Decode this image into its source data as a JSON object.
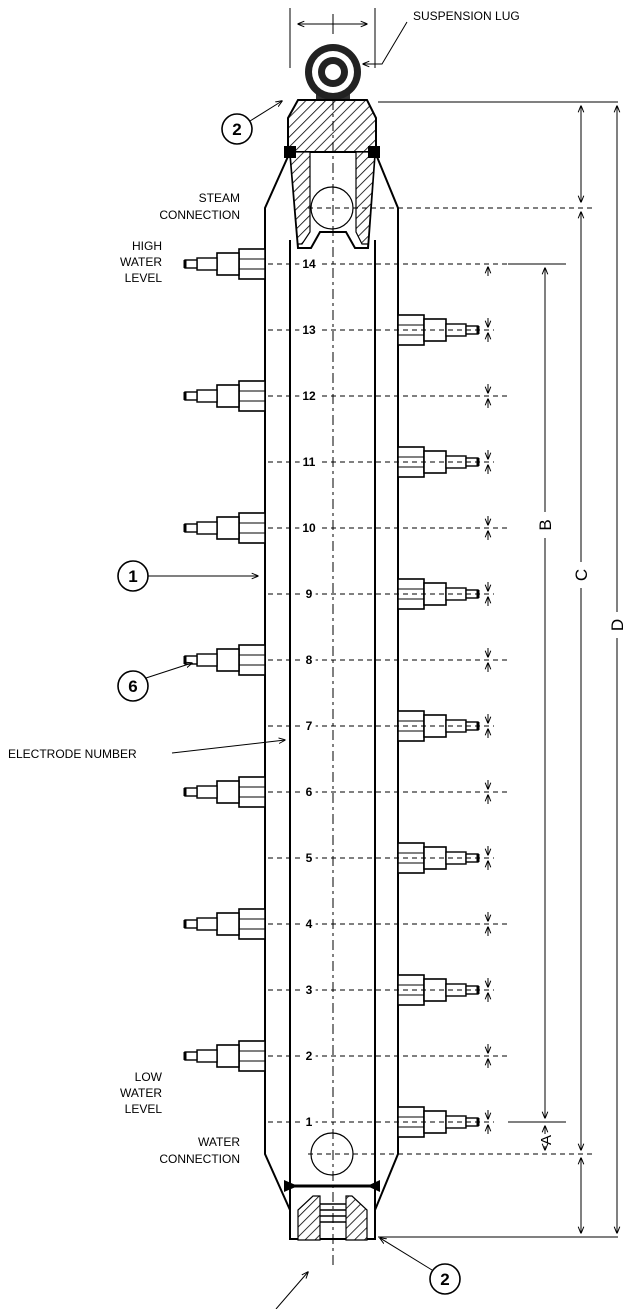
{
  "labels": {
    "suspension_lug": "SUSPENSION LUG",
    "steam_connection": [
      "STEAM",
      "CONNECTION"
    ],
    "high_water_level": [
      "HIGH",
      "WATER",
      "LEVEL"
    ],
    "electrode_number": "ELECTRODE NUMBER",
    "low_water_level": [
      "LOW",
      "WATER",
      "LEVEL"
    ],
    "water_connection": [
      "WATER",
      "CONNECTION"
    ]
  },
  "callouts": {
    "column": "1",
    "end_cap_top": "2",
    "end_cap_bottom": "2",
    "electrode": "6"
  },
  "dimensions": {
    "a": "A",
    "b": "B",
    "c": "C",
    "d": "D"
  },
  "electrodes": [
    {
      "n": "14",
      "side": "left"
    },
    {
      "n": "13",
      "side": "right"
    },
    {
      "n": "12",
      "side": "left"
    },
    {
      "n": "11",
      "side": "right"
    },
    {
      "n": "10",
      "side": "left"
    },
    {
      "n": "9",
      "side": "right"
    },
    {
      "n": "8",
      "side": "left"
    },
    {
      "n": "7",
      "side": "right"
    },
    {
      "n": "6",
      "side": "left"
    },
    {
      "n": "5",
      "side": "right"
    },
    {
      "n": "4",
      "side": "left"
    },
    {
      "n": "3",
      "side": "right"
    },
    {
      "n": "2",
      "side": "left"
    },
    {
      "n": "1",
      "side": "right"
    }
  ]
}
